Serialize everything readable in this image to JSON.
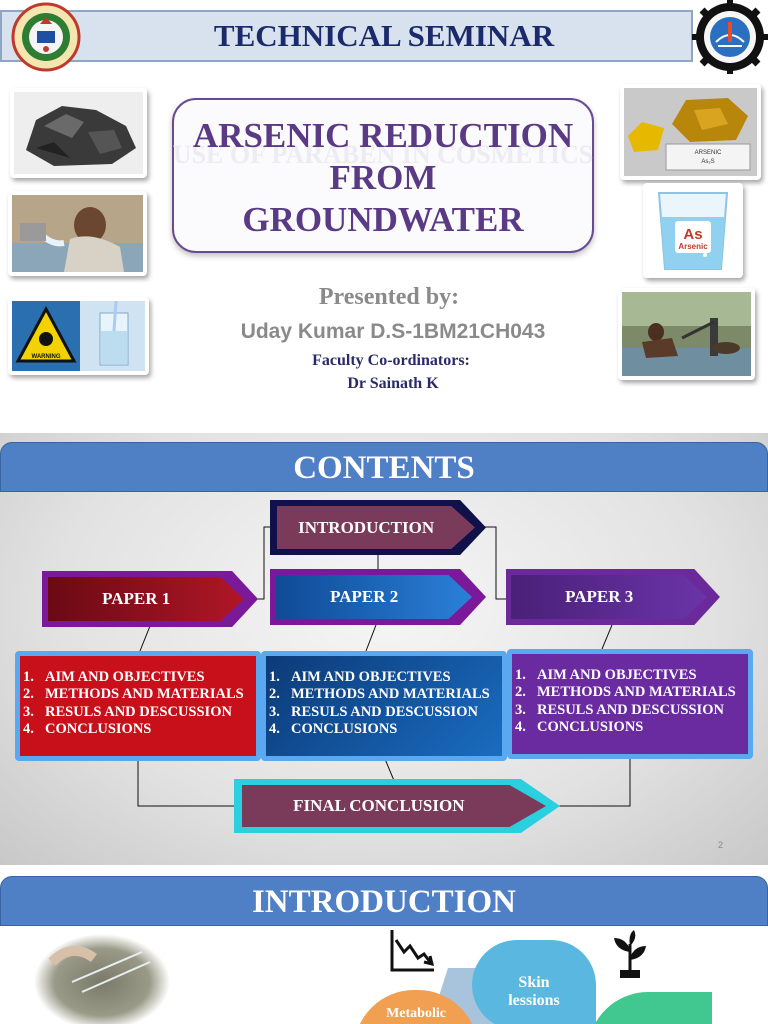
{
  "slide1": {
    "title": "TECHNICAL SEMINAR",
    "ghost_text": "USE OF PARABEN IN COSMETICS",
    "main_title_lines": [
      "ARSENIC REDUCTION",
      "FROM",
      "GROUNDWATER"
    ],
    "presented_label": "Presented by:",
    "presenter": "Uday Kumar D.S-1BM21CH043",
    "faculty_label": "Faculty Co-ordinators:",
    "faculty_name": "Dr Sainath K",
    "photo_labels": {
      "arsenic_sample": "ARSENIC",
      "arsenic_formula": "As₂S",
      "glass_symbol": "As",
      "glass_name": "Arsenic",
      "warning": "WARNING"
    }
  },
  "slide2": {
    "title": "CONTENTS",
    "introduction": "INTRODUCTION",
    "papers": [
      "PAPER 1",
      "PAPER 2",
      "PAPER 3"
    ],
    "list_items": [
      "AIM AND OBJECTIVES",
      "METHODS AND MATERIALS",
      "RESULS AND DESCUSSION",
      "CONCLUSIONS"
    ],
    "final": "FINAL CONCLUSION",
    "page_number": "2"
  },
  "slide3": {
    "title": "INTRODUCTION",
    "skin": "Skin lessions",
    "metabolic": "Metabolic"
  },
  "colors": {
    "banner": "#4f7fc4",
    "title_purple": "#5a3a85",
    "paper1": "#8a0a1a",
    "paper2": "#1a5aa8",
    "paper3": "#5a2a8a",
    "final": "#7a3a5a"
  }
}
